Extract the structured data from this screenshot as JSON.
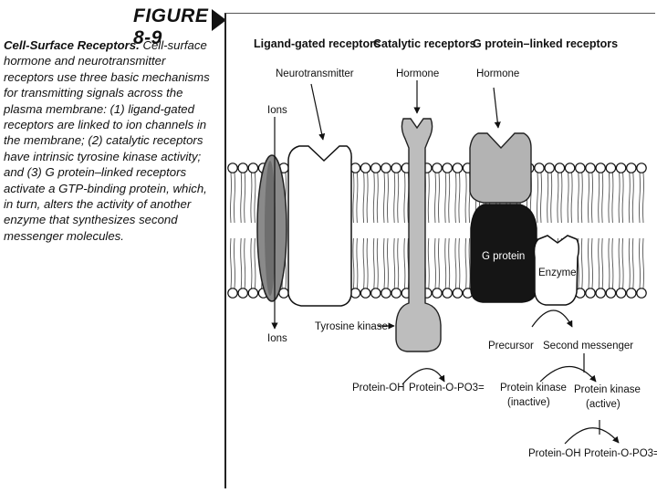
{
  "caption": {
    "figure_label": "FIGURE 8-9",
    "title": "Cell-Surface Receptors.",
    "body": "Cell-surface hormone and neurotransmitter receptors use three basic mechanisms for transmitting signals across the plasma membrane: (1) ligand-gated receptors are linked to ion channels in the membrane; (2) catalytic receptors have intrinsic tyrosine kinase activity; and (3) G protein–linked receptors activate a GTP-binding protein, which, in turn, alters the activity of another enzyme that synthesizes second messenger molecules."
  },
  "diagram": {
    "headers": {
      "ligand_gated": "Ligand-gated receptors",
      "catalytic": "Catalytic receptors",
      "g_protein_linked": "G protein–linked receptors"
    },
    "ligands": {
      "neurotransmitter": "Neurotransmitter",
      "hormone_catalytic": "Hormone",
      "hormone_gprotein": "Hormone"
    },
    "ions_top": "Ions",
    "ions_bottom": "Ions",
    "tyrosine_kinase": "Tyrosine kinase",
    "protein_oh_1": "Protein-OH",
    "protein_opo3_1": "Protein-O-PO3=",
    "g_protein": "G protein",
    "enzyme": "Enzyme",
    "precursor": "Precursor",
    "second_messenger": "Second messenger",
    "pk_inactive_1": "Protein kinase",
    "pk_inactive_2": "(inactive)",
    "pk_active_1": "Protein kinase",
    "pk_active_2": "(active)",
    "protein_oh_2": "Protein-OH",
    "protein_opo3_2": "Protein-O-PO3="
  },
  "colors": {
    "ink": "#111111",
    "light_gray": "#bdbdbd",
    "mid_gray": "#8a8a8a",
    "dark": "#151515"
  }
}
